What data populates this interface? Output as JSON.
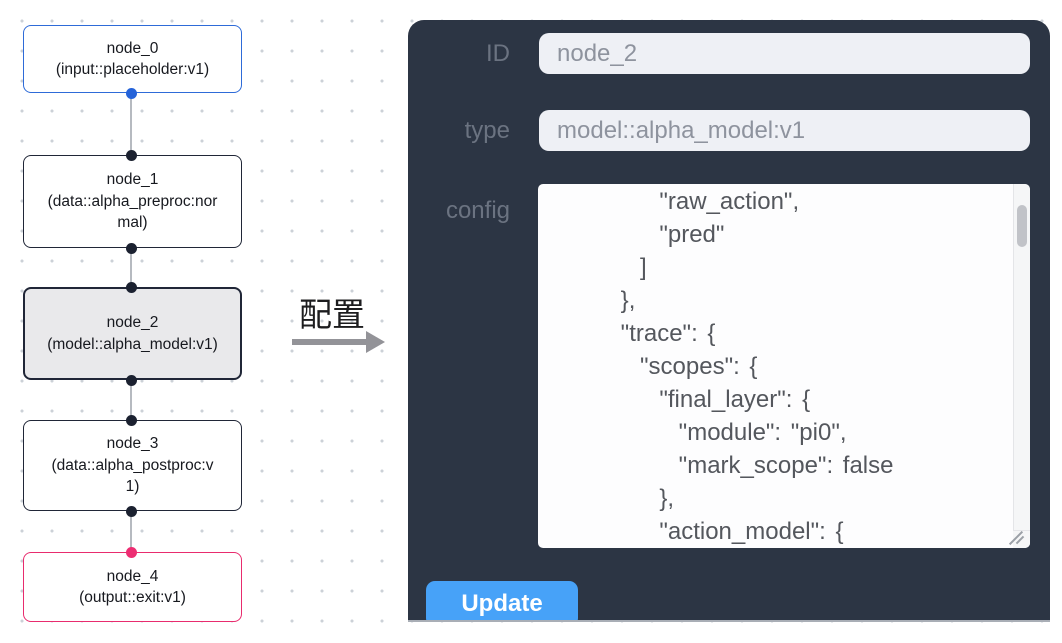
{
  "graph": {
    "nodes": [
      {
        "name": "node_0",
        "type": "(input::placeholder:v1)",
        "state": "input"
      },
      {
        "name": "node_1",
        "type": "(data::alpha_preproc:normal)",
        "state": "default"
      },
      {
        "name": "node_2",
        "type": "(model::alpha_model:v1)",
        "state": "selected"
      },
      {
        "name": "node_3",
        "type": "(data::alpha_postproc:v1)",
        "state": "default"
      },
      {
        "name": "node_4",
        "type": "(output::exit:v1)",
        "state": "output"
      }
    ]
  },
  "arrow": {
    "label": "配置"
  },
  "panel": {
    "fields": [
      {
        "label": "ID",
        "value": "node_2"
      },
      {
        "label": "type",
        "value": "model::alpha_model:v1"
      }
    ],
    "config_label": "config",
    "config_text": "        \"raw_action\",\n        \"pred\"\n      ]\n    },\n    \"trace\": {\n      \"scopes\": {\n        \"final_layer\": {\n          \"module\": \"pi0\",\n          \"mark_scope\": false\n        },\n        \"action_model\": {",
    "update_label": "Update"
  },
  "colors": {
    "panel_bg": "#2c3544",
    "input_node_border": "#2e6bd8",
    "output_node_border": "#e82c6e",
    "selected_node_bg": "#e9e9eb",
    "default_node_border": "#202637",
    "update_button": "#47a2f8",
    "edge": "#b6bac0"
  }
}
